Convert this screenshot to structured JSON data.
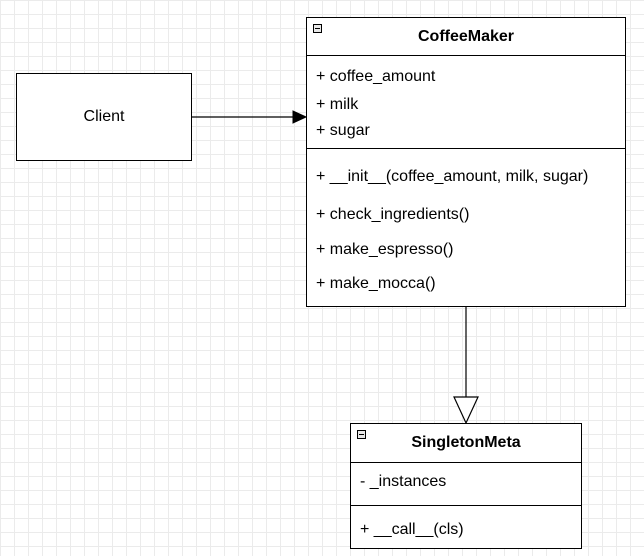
{
  "client": {
    "label": "Client"
  },
  "coffee_maker": {
    "name": "CoffeeMaker",
    "attributes": [
      "+ coffee_amount",
      "+ milk",
      "+ sugar"
    ],
    "operations": [
      "+ __init__(coffee_amount, milk, sugar)",
      "+ check_ingredients()",
      "+ make_espresso()",
      "+ make_mocca()"
    ]
  },
  "singleton_meta": {
    "name": "SingletonMeta",
    "attributes": [
      "- _instances"
    ],
    "operations": [
      "+ __call__(cls)"
    ]
  },
  "relations": [
    {
      "from": "Client",
      "to": "CoffeeMaker",
      "type": "association"
    },
    {
      "from": "CoffeeMaker",
      "to": "SingletonMeta",
      "type": "generalization"
    }
  ]
}
